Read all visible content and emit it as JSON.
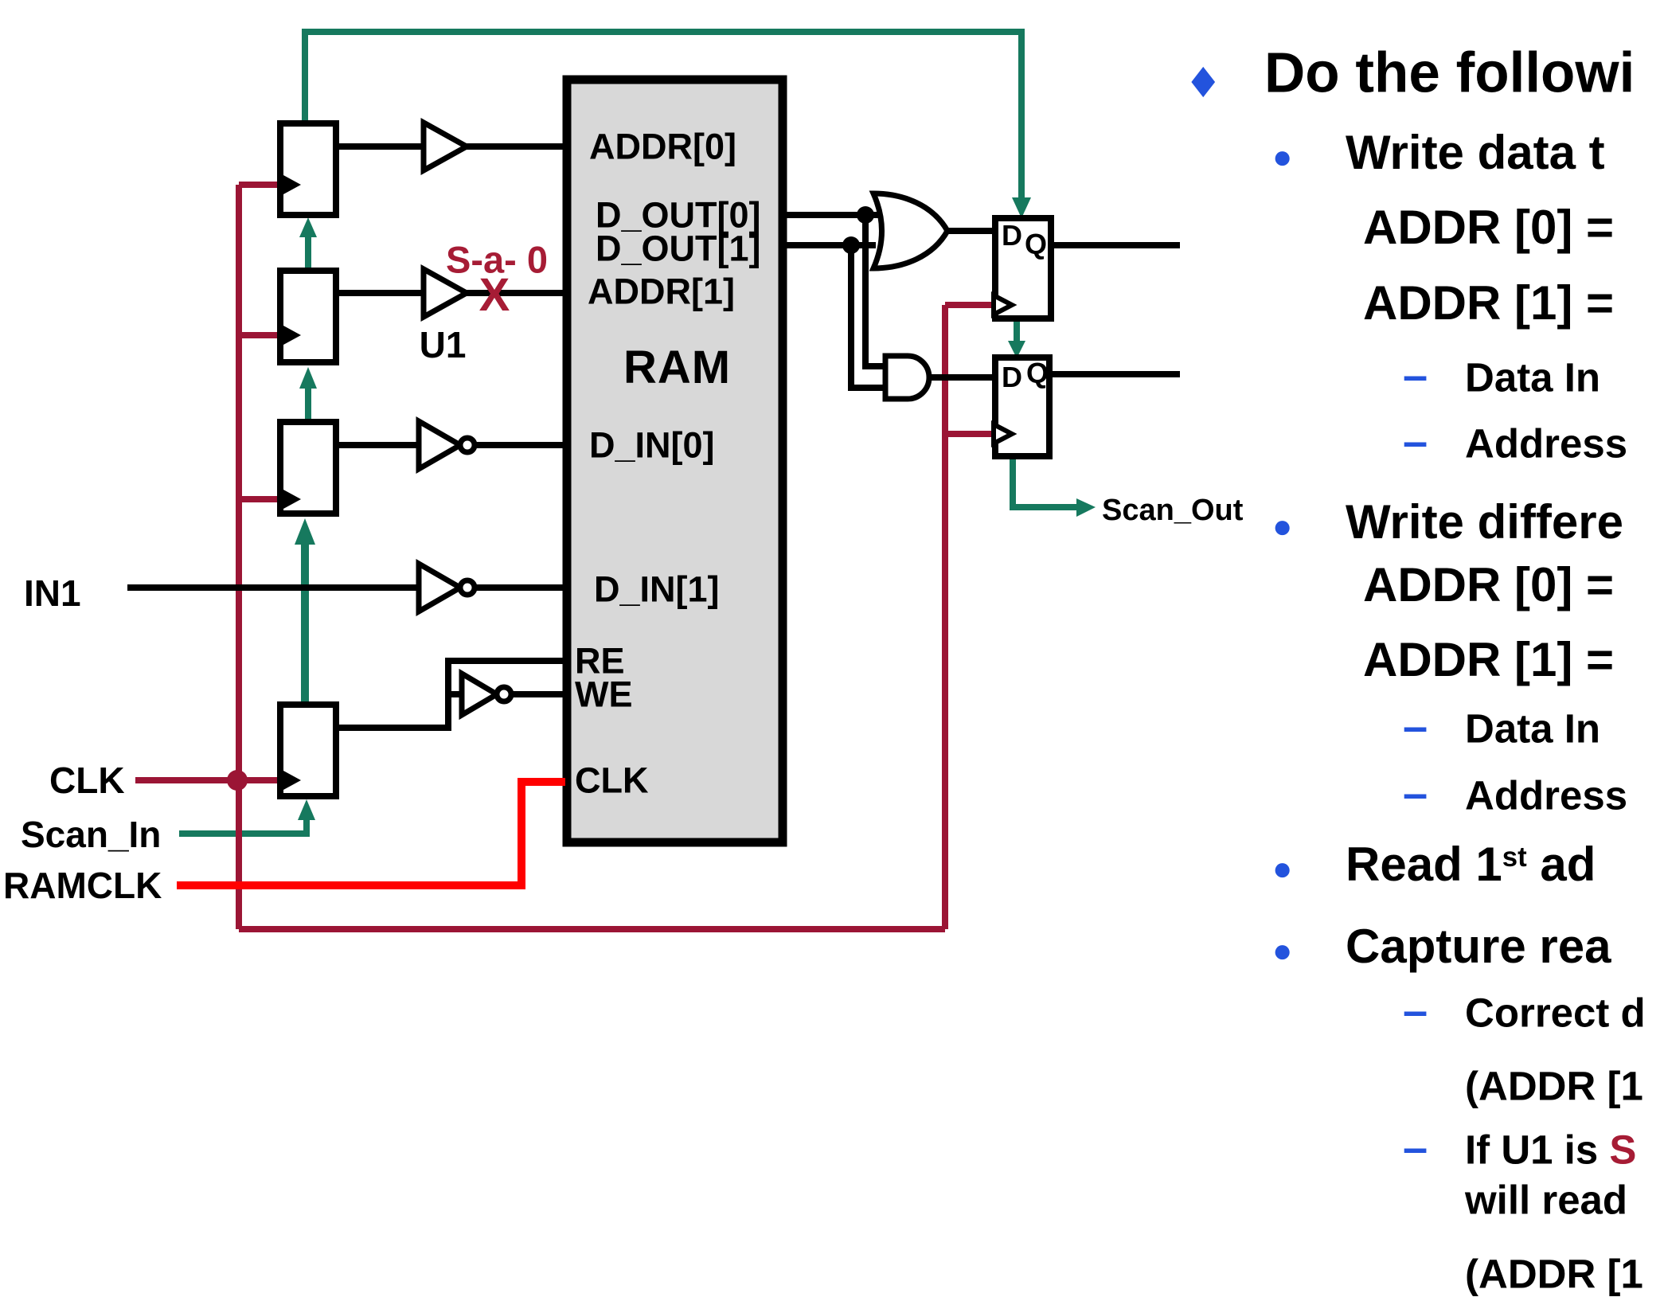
{
  "circuit": {
    "ram_title": "RAM",
    "port_addr0": "ADDR[0]",
    "port_dout0": "D_OUT[0]",
    "port_dout1": "D_OUT[1]",
    "port_addr1": "ADDR[1]",
    "port_din0": "D_IN[0]",
    "port_din1": "D_IN[1]",
    "port_re": "RE",
    "port_we": "WE",
    "port_clk": "CLK",
    "sig_in1": "IN1",
    "sig_clk": "CLK",
    "sig_scan_in": "Scan_In",
    "sig_ramclk": "RAMCLK",
    "sig_scan_out": "Scan_Out",
    "fault_label": "S-a- 0",
    "fault_mark": "X",
    "fault_instance": "U1",
    "ff_d": "D",
    "ff_q": "Q"
  },
  "markers": {
    "diamond": "◆",
    "dot": "●",
    "dash": "–"
  },
  "notes": {
    "heading": "Do the followi",
    "l2_write1": "Write data t",
    "l2_addr0a": "ADDR [0] =",
    "l2_addr1a": "ADDR [1] =",
    "l3_datain1": "Data In",
    "l3_address1": "Address",
    "l2_write2": "Write differe",
    "l2_addr0b": "ADDR [0] =",
    "l2_addr1b": "ADDR [1] =",
    "l3_datain2": "Data In",
    "l3_address2": "Address",
    "l2_read_prefix": "Read 1",
    "l2_read_sup": "st",
    "l2_read_suffix": " ad",
    "l2_capture": "Capture rea",
    "l3_correct": "Correct d",
    "l3_paren1": "(ADDR [1",
    "l3_if_prefix": "If U1 is ",
    "l3_if_fault": "S",
    "l3_willread": "will read",
    "l3_paren2": "(ADDR [1"
  },
  "colors": {
    "scan_path": "#16795e",
    "clock_tree": "#9b1535",
    "ram_clock": "#ff0000",
    "fault": "#a61c35",
    "bullet": "#2353dd",
    "ram_fill": "#d8d8d8"
  }
}
